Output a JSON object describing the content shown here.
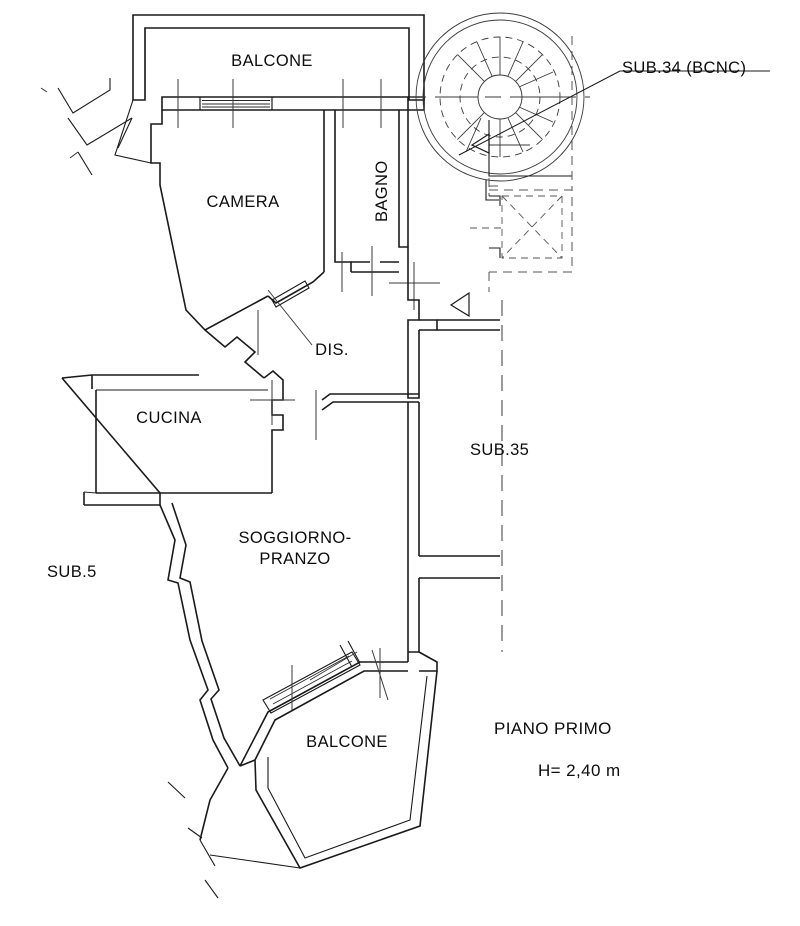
{
  "drawing": {
    "type": "cadastral-floor-plan",
    "floor_note": "PIANO PRIMO",
    "height_note": "H= 2,40 m"
  },
  "rooms": [
    {
      "id": "balcone-top",
      "label": "BALCONE",
      "orientation": "horizontal"
    },
    {
      "id": "camera",
      "label": "CAMERA",
      "orientation": "horizontal"
    },
    {
      "id": "bagno",
      "label": "BAGNO",
      "orientation": "vertical"
    },
    {
      "id": "disimpegno",
      "label": "DIS.",
      "orientation": "horizontal"
    },
    {
      "id": "cucina",
      "label": "CUCINA",
      "orientation": "horizontal"
    },
    {
      "id": "soggiorno-pranzo",
      "label": "SOGGIORNO-",
      "label2": "PRANZO",
      "orientation": "horizontal"
    },
    {
      "id": "balcone-bottom",
      "label": "BALCONE",
      "orientation": "horizontal"
    }
  ],
  "subunits": [
    {
      "id": "sub-34",
      "label": "SUB.34 (BCNC)",
      "underlined": true,
      "callout": true
    },
    {
      "id": "sub-35",
      "label": "SUB.35",
      "underlined": false,
      "callout": false
    },
    {
      "id": "sub-5",
      "label": "SUB.5",
      "underlined": false,
      "callout": false
    }
  ],
  "annotations": {
    "floor": "PIANO PRIMO",
    "height": "H= 2,40 m"
  },
  "colors": {
    "background": "#ffffff",
    "wall": "#1a1a1a",
    "thin_line": "#3a3a3a",
    "dashed_line": "#555555",
    "text": "#0d0d0d"
  }
}
